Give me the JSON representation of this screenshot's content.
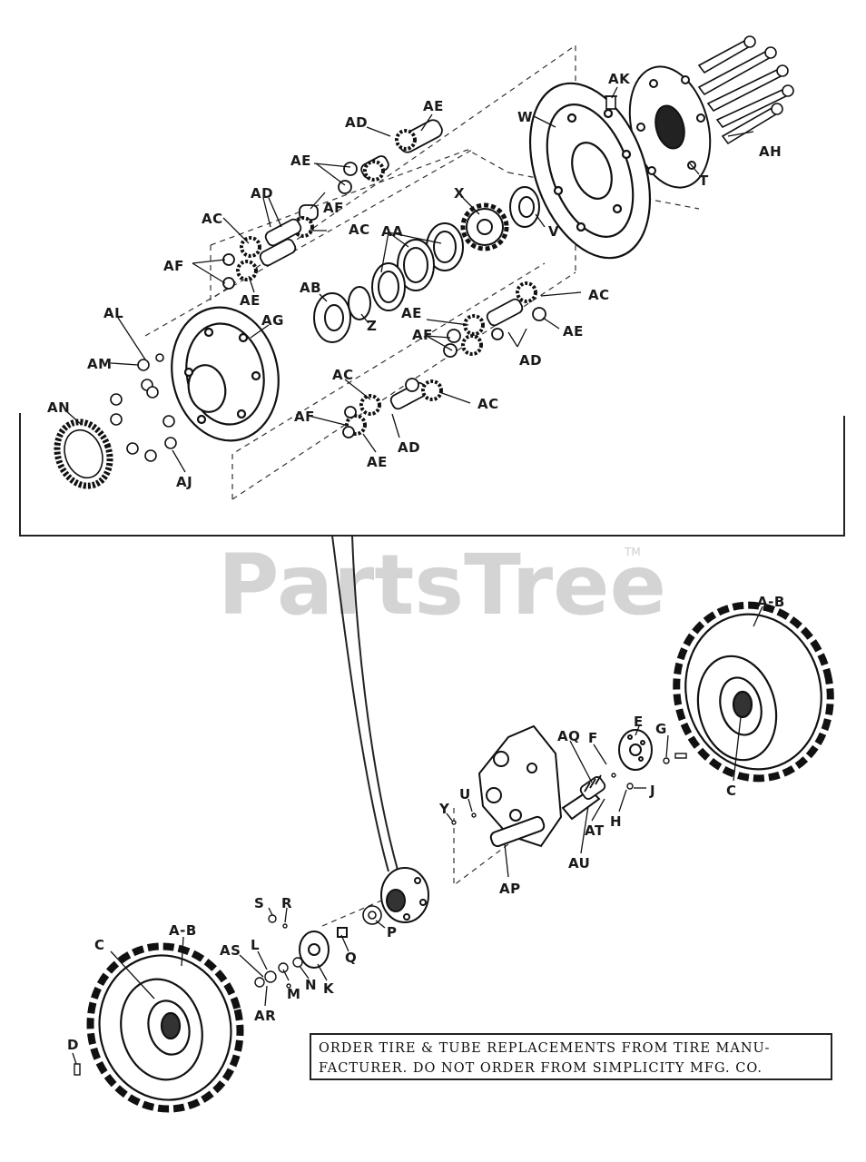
{
  "watermark": {
    "text": "PartsTree",
    "trademark": "TM"
  },
  "note": {
    "line1": "ORDER TIRE & TUBE REPLACEMENTS FROM TIRE MANU-",
    "line2": "FACTURER. DO NOT ORDER FROM SIMPLICITY MFG. CO."
  },
  "labels": {
    "ak": "AK",
    "ae1": "AE",
    "ad1": "AD",
    "w": "W",
    "ae2": "AE",
    "ah": "AH",
    "t": "T",
    "ad2": "AD",
    "af1": "AF",
    "x": "X",
    "ac1": "AC",
    "ac2": "AC",
    "v": "V",
    "aa": "AA",
    "af2": "AF",
    "ae3": "AE",
    "ab": "AB",
    "z": "Z",
    "ac3": "AC",
    "al": "AL",
    "ag": "AG",
    "ae4": "AE",
    "ae5": "AE",
    "am": "AM",
    "af3": "AF",
    "ad3": "AD",
    "ac4": "AC",
    "an": "AN",
    "ac5": "AC",
    "af4": "AF",
    "ad4": "AD",
    "ae6": "AE",
    "aj": "AJ",
    "ab_tire1": "A-B",
    "aq": "AQ",
    "e": "E",
    "g": "G",
    "f": "F",
    "j": "J",
    "c1": "C",
    "u": "U",
    "y": "Y",
    "h": "H",
    "at": "AT",
    "au": "AU",
    "ap": "AP",
    "s": "S",
    "r": "R",
    "p": "P",
    "c2": "C",
    "ab_tire2": "A-B",
    "as": "AS",
    "l": "L",
    "q": "Q",
    "m": "M",
    "n": "N",
    "k": "K",
    "ar": "AR",
    "d": "D"
  }
}
